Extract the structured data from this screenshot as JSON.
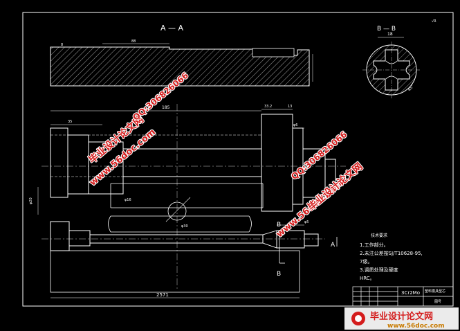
{
  "section_aa": {
    "label": "A — A",
    "dim_top": "88",
    "dim_side": "8"
  },
  "section_bb": {
    "label": "B — B",
    "dim_width": "18",
    "dim_angle": "45°"
  },
  "corner_mark": "√R",
  "dimensions": {
    "overall_length": "2571",
    "top_span": "185",
    "left_step": "35",
    "left_dia": "φ20",
    "right_top": "33.2",
    "right_width": "13",
    "right_small": "φ6",
    "bottom_mid": "φ16",
    "center_note": "φ30",
    "bottom_right": "φ5"
  },
  "section_marks": {
    "b_top": "B",
    "b_bottom": "B",
    "a_arrow": "A"
  },
  "tech_requirements": {
    "title": "技术要求",
    "lines": [
      "1.工作部分。",
      "2.未注公差按SJ/T10628-95,",
      "   7级。",
      "3.调质处理及硬度",
      "   HRC。"
    ]
  },
  "title_block": {
    "material": "3Cr2Mo",
    "part_name": "塑料模具型芯",
    "drawing_no": "图号"
  },
  "watermarks": [
    {
      "line1": "毕业设计论文网",
      "line2": "www.56doc.com",
      "qq": "QQ:306826066"
    },
    {
      "line1": "毕业设计论文网",
      "line2": "www.56doc.com",
      "qq": "QQ:306826066"
    }
  ],
  "footer": {
    "brand": "毕业设计论文网",
    "url": "www.56doc.com"
  }
}
